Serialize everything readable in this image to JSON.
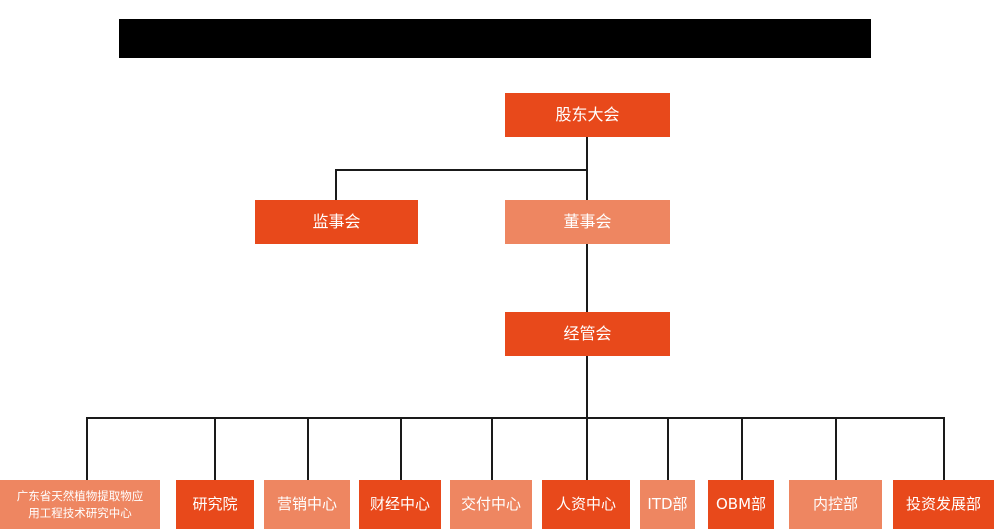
{
  "chart_meta": {
    "type": "org-chart",
    "title_bar": "",
    "title_bar_state": "redacted-black-bar",
    "background_color": "#FFFFFF",
    "connector_color": "#1A1A1A",
    "palette": {
      "dark_orange": "#E8491B",
      "light_salmon": "#EE8661",
      "text": "#FFFFFF"
    }
  },
  "nodes": {
    "shareholders_meeting": {
      "label": "股东大会",
      "tone": "dark"
    },
    "board_of_supervisors": {
      "label": "监事会",
      "tone": "dark"
    },
    "board_of_directors": {
      "label": "董事会",
      "tone": "light"
    },
    "management_committee": {
      "label": "经管会",
      "tone": "dark"
    }
  },
  "departments": [
    {
      "label": "广东省天然植物提取物应\n用工程技术研究中心",
      "tone": "light"
    },
    {
      "label": "研究院",
      "tone": "dark"
    },
    {
      "label": "营销中心",
      "tone": "light"
    },
    {
      "label": "财经中心",
      "tone": "dark"
    },
    {
      "label": "交付中心",
      "tone": "light"
    },
    {
      "label": "人资中心",
      "tone": "dark"
    },
    {
      "label": "ITD部",
      "tone": "light"
    },
    {
      "label": "OBM部",
      "tone": "dark"
    },
    {
      "label": "内控部",
      "tone": "light"
    },
    {
      "label": "投资发展部",
      "tone": "dark"
    }
  ]
}
